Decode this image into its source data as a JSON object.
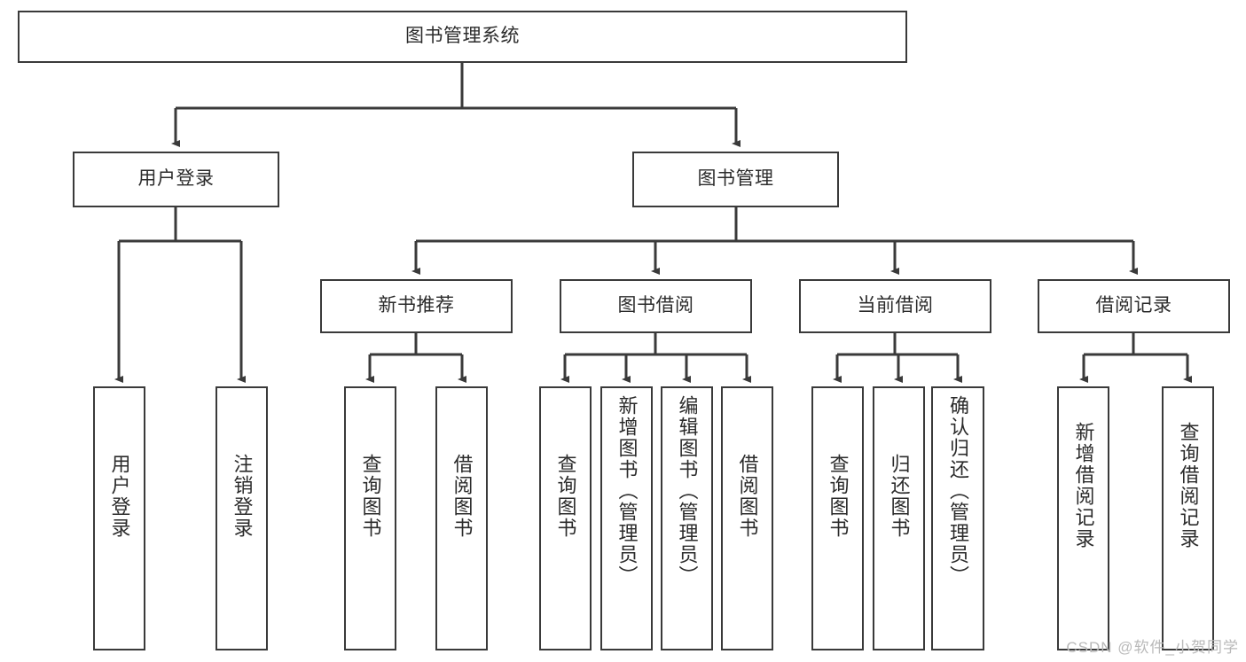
{
  "diagram": {
    "title": "图书管理系统",
    "type": "tree-hierarchy",
    "root": {
      "label": "图书管理系统"
    },
    "level2": [
      {
        "label": "用户登录"
      },
      {
        "label": "图书管理"
      }
    ],
    "level3": [
      {
        "label": "新书推荐"
      },
      {
        "label": "图书借阅"
      },
      {
        "label": "当前借阅"
      },
      {
        "label": "借阅记录"
      }
    ],
    "leaves": {
      "user_login": [
        {
          "label": "用户登录"
        },
        {
          "label": "注销登录"
        }
      ],
      "new_book_recommend": [
        {
          "label": "查询图书"
        },
        {
          "label": "借阅图书"
        }
      ],
      "book_borrow": [
        {
          "label": "查询图书"
        },
        {
          "label": "新增图书（管理员）"
        },
        {
          "label": "编辑图书（管理员）"
        },
        {
          "label": "借阅图书"
        }
      ],
      "current_borrow": [
        {
          "label": "查询图书"
        },
        {
          "label": "归还图书"
        },
        {
          "label": "确认归还（管理员）"
        }
      ],
      "borrow_record": [
        {
          "label": "新增借阅记录"
        },
        {
          "label": "查询借阅记录"
        }
      ]
    },
    "watermark": "CSDN @软件_小贺同学",
    "colors": {
      "stroke": "#3a3a3a",
      "text": "#2b2b2b",
      "background": "#ffffff",
      "watermark": "#b9b9b9"
    }
  }
}
